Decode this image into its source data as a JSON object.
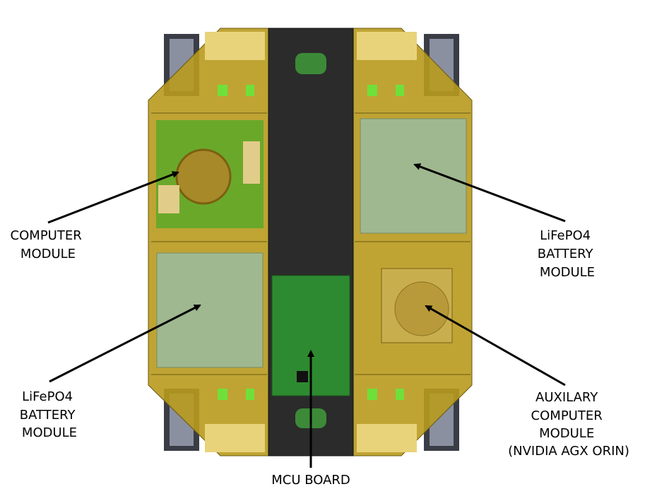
{
  "labels": {
    "computer": [
      "COMPUTER",
      "MODULE"
    ],
    "battery_right": [
      "LiFePO4",
      "BATTERY",
      "MODULE"
    ],
    "battery_left": [
      "LiFePO4",
      "BATTERY",
      "MODULE"
    ],
    "auxiliary": [
      "AUXILARY",
      "COMPUTER",
      "MODULE",
      "(NVIDIA AGX ORIN)"
    ],
    "mcu": "MCU BOARD"
  },
  "colors": {
    "gold": "#b89a1e",
    "gold_light": "#e9d37a",
    "dark": "#2b2b2b",
    "pcb": "#5caa2a",
    "battery": "#9fb88f"
  }
}
